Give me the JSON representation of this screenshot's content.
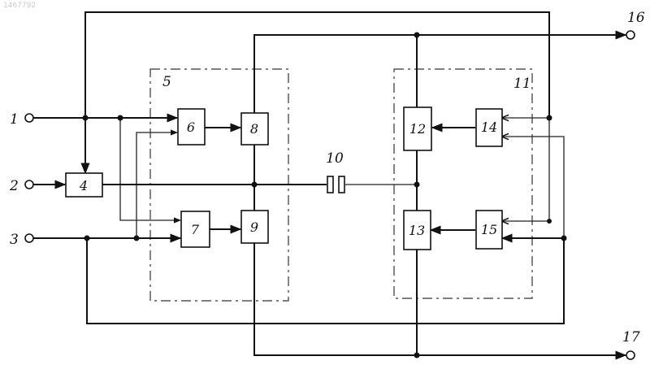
{
  "watermark": "1467792",
  "terminals": {
    "t1": "1",
    "t2": "2",
    "t3": "3",
    "t16": "16",
    "t17": "17"
  },
  "blocks": {
    "b4": "4",
    "b6": "6",
    "b7": "7",
    "b8": "8",
    "b9": "9",
    "b12": "12",
    "b13": "13",
    "b14": "14",
    "b15": "15"
  },
  "groups": {
    "g5": "5",
    "g11": "11"
  },
  "component": {
    "c10": "10"
  },
  "colors": {
    "ink": "#111111",
    "paper": "#ffffff"
  }
}
